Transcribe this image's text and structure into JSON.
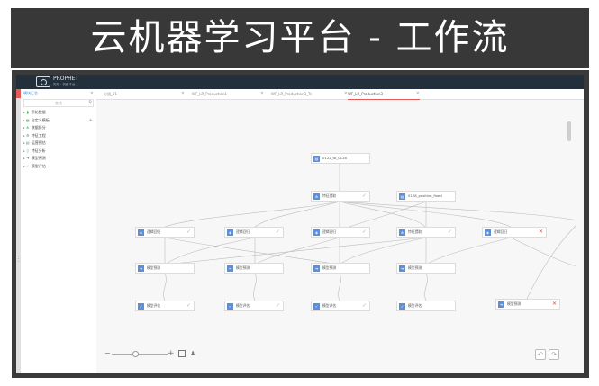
{
  "slide": {
    "title": "云机器学习平台 - 工作流"
  },
  "app": {
    "logo": {
      "brand": "PROPHET",
      "subtitle": "先知 · 机器平台"
    },
    "sidebar": {
      "header": "模块汇总",
      "search_placeholder": "查找",
      "items": [
        {
          "label": "原始数据",
          "icon": "bar-chart-icon",
          "has_add": false
        },
        {
          "label": "自定义模板",
          "icon": "grid-icon",
          "has_add": true
        },
        {
          "label": "数据拆分",
          "icon": "split-icon",
          "has_add": false
        },
        {
          "label": "特征工程",
          "icon": "filter-icon",
          "has_add": false
        },
        {
          "label": "运营预估",
          "icon": "calc-icon",
          "has_add": false
        },
        {
          "label": "特征分析",
          "icon": "doc-icon",
          "has_add": false
        },
        {
          "label": "模型预测",
          "icon": "arrow-icon",
          "has_add": false
        },
        {
          "label": "模型评估",
          "icon": "check-icon",
          "has_add": false
        }
      ]
    },
    "tabs": [
      {
        "label": "分组_21",
        "active": false
      },
      {
        "label": "WF_LR_Production1",
        "active": false
      },
      {
        "label": "WF_LR_Production3_Te",
        "active": false
      },
      {
        "label": "WF_LR_Production3",
        "active": true
      }
    ],
    "nodes": {
      "source": "0122_to_0128",
      "split": "特征提取",
      "source2": "0128_positive_fixed",
      "train": [
        "逻辑回归",
        "逻辑回归",
        "逻辑回归",
        "特征提取",
        "逻辑回归"
      ],
      "predict": [
        "模型预测",
        "模型预测",
        "模型预测",
        "模型预测"
      ],
      "evaluate": [
        "模型评估",
        "模型评估",
        "模型评估",
        "模型评估"
      ],
      "failed": "模型预测"
    },
    "toolbar": {
      "zoom_out": "−",
      "zoom_in": "+",
      "undo": "↶",
      "redo": "↷"
    }
  }
}
